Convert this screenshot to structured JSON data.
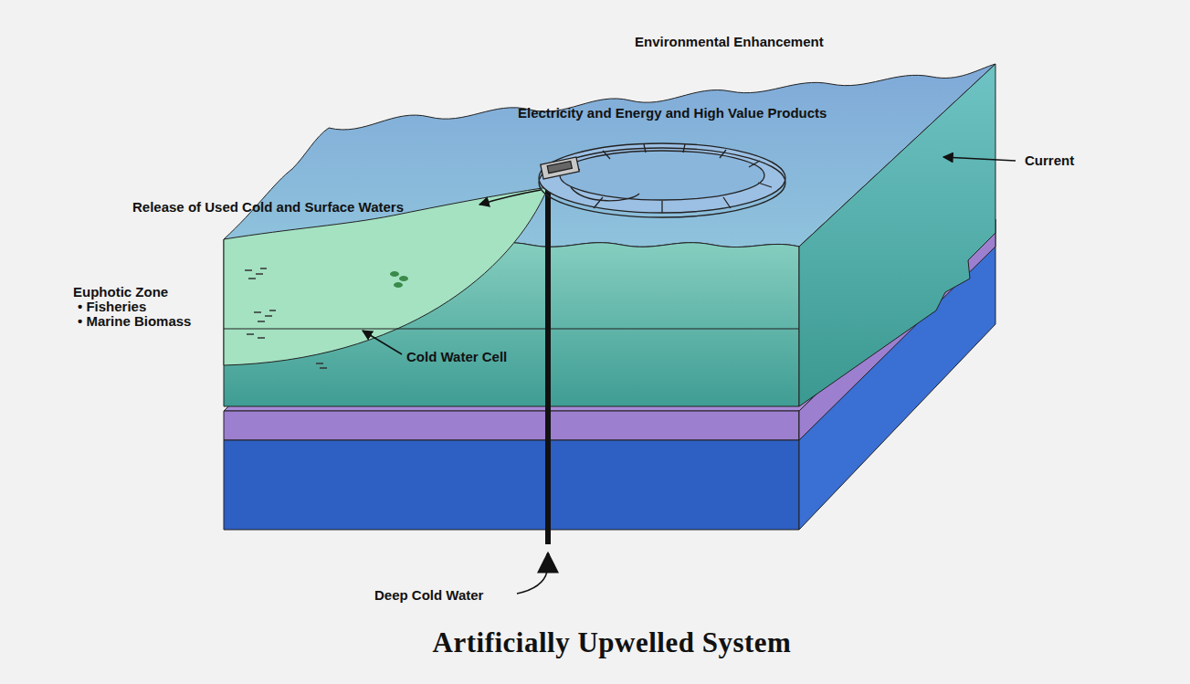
{
  "diagram": {
    "title": "Artificially Upwelled System",
    "labels": [
      "Environmental Enhancement",
      "Electricity and Energy and High Value Products",
      "Current",
      "Release of Used Cold and Surface Waters",
      "Euphotic Zone",
      "• Fisheries",
      "• Marine Biomass",
      "Cold Water Cell",
      "Deep Cold Water"
    ]
  }
}
